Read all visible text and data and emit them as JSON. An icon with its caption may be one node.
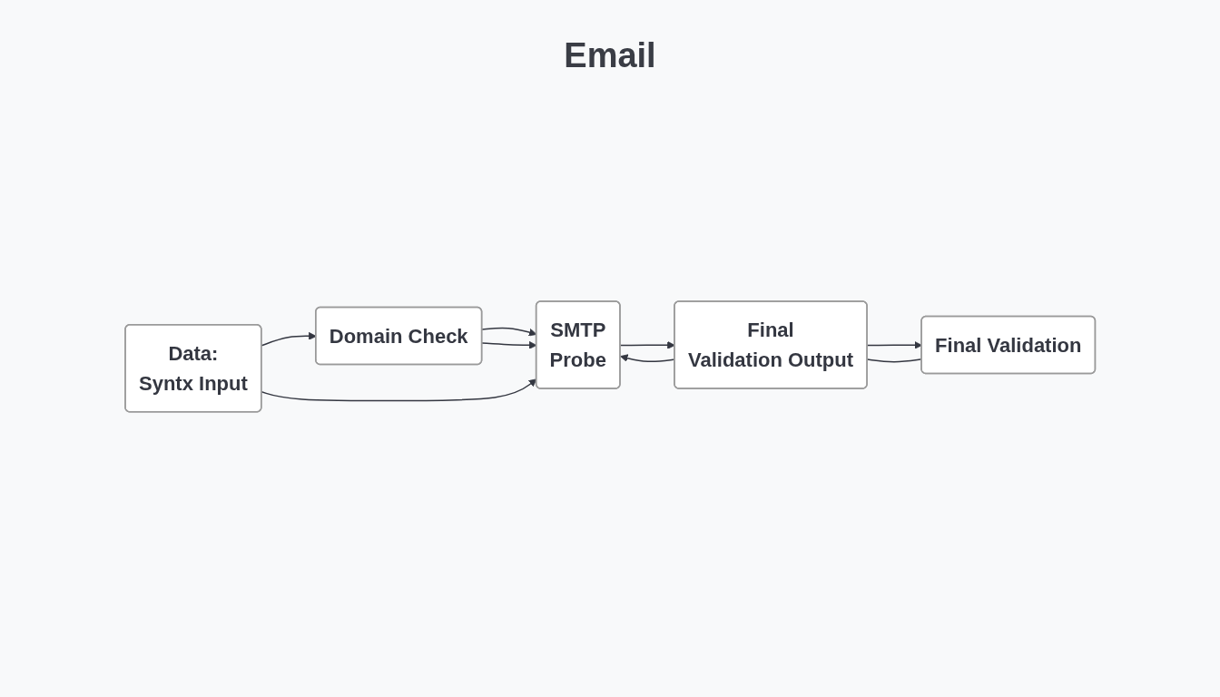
{
  "diagram": {
    "title": "Email",
    "nodes": [
      {
        "text": [
          "Data:",
          "Syntx Input"
        ]
      },
      {
        "text": [
          "Domain Check"
        ]
      },
      {
        "text": [
          "SMTP",
          "Probe"
        ]
      },
      {
        "text": [
          "Final",
          "Validation Output"
        ]
      },
      {
        "text": [
          "Final Validation"
        ]
      }
    ],
    "edges": [
      {
        "from": 0,
        "to": 1,
        "arrow": "to"
      },
      {
        "from": 1,
        "to": 2,
        "arrow": "to"
      },
      {
        "from": 2,
        "to": 3,
        "arrow": "to"
      },
      {
        "from": 3,
        "to": 4,
        "arrow": "to"
      },
      {
        "from": 0,
        "to": 2,
        "arrow": "to"
      },
      {
        "from": 1,
        "to": 2,
        "arrow": "to"
      },
      {
        "from": 3,
        "to": 2,
        "arrow": "to"
      },
      {
        "from": 3,
        "to": 4,
        "arrow": "none"
      }
    ]
  }
}
